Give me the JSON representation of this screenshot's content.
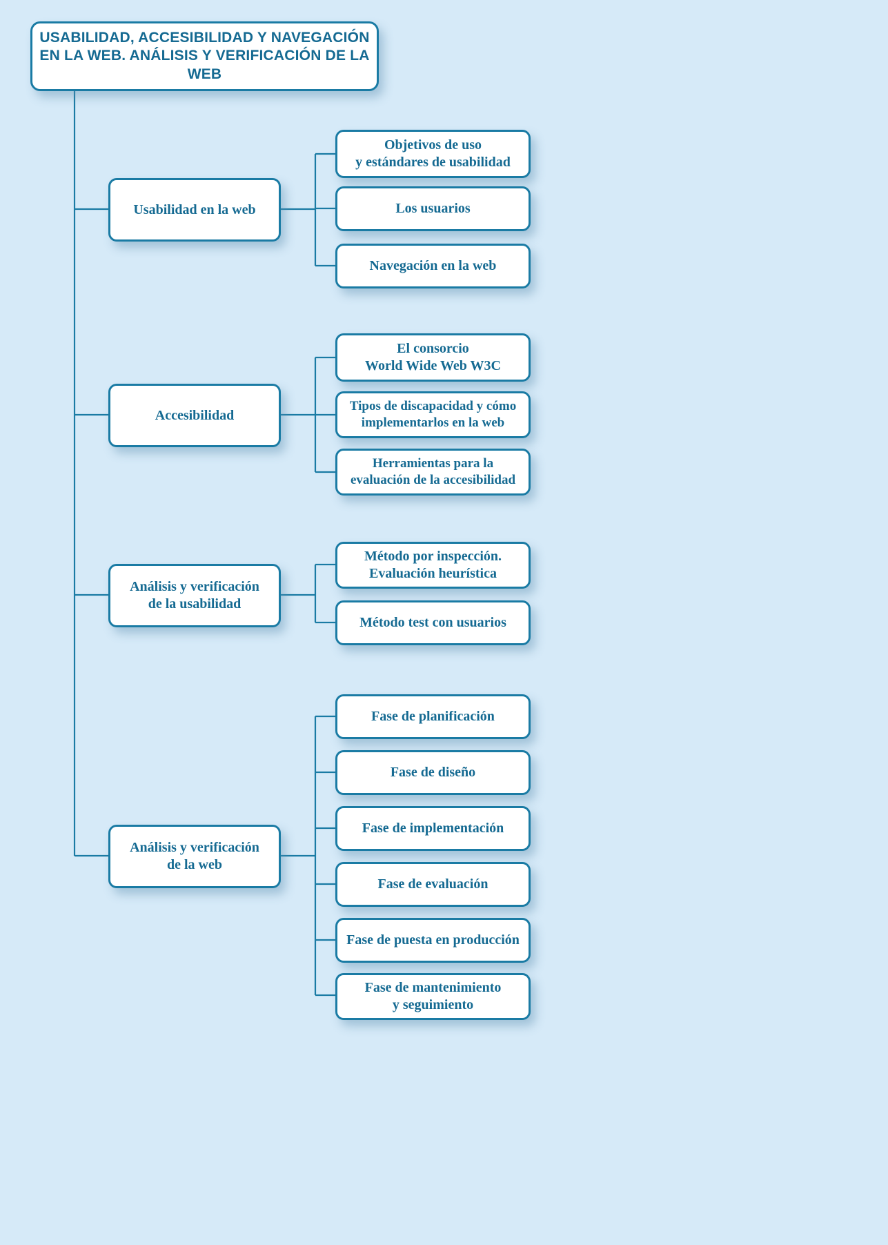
{
  "diagram": {
    "type": "tree",
    "title": "USABILIDAD, ACCESIBILIDAD Y NAVEGACIÓN EN LA WEB. ANÁLISIS Y VERIFICACIÓN DE LA WEB",
    "language": "es",
    "colors": {
      "background": "#d6eaf8",
      "node_fill": "#ffffff",
      "border": "#1a7ba4",
      "text": "#156a92",
      "connector": "#1a7ba4"
    },
    "root": {
      "line1": "USABILIDAD, ACCESIBILIDAD Y NAVEGACIÓN",
      "line2": "EN LA WEB. ANÁLISIS Y VERIFICACIÓN DE LA WEB"
    },
    "branches": [
      {
        "id": "usabilidad-en-la-web",
        "label": "Usabilidad en la web",
        "children": [
          {
            "id": "objetivos-de-uso",
            "line1": "Objetivos de uso",
            "line2": "y estándares de usabilidad"
          },
          {
            "id": "los-usuarios",
            "line1": "Los usuarios",
            "line2": ""
          },
          {
            "id": "navegacion-en-la-web",
            "line1": "Navegación en la web",
            "line2": ""
          }
        ]
      },
      {
        "id": "accesibilidad",
        "label": "Accesibilidad",
        "children": [
          {
            "id": "consorcio-w3c",
            "line1": "El consorcio",
            "line2": "World Wide Web W3C"
          },
          {
            "id": "tipos-de-discapacidad",
            "line1": "Tipos de discapacidad y cómo",
            "line2": "implementarlos en la web"
          },
          {
            "id": "herramientas-evaluacion",
            "line1": "Herramientas para la",
            "line2": "evaluación de la accesibilidad"
          }
        ]
      },
      {
        "id": "analisis-verificacion-usabilidad",
        "label_line1": "Análisis y verificación",
        "label_line2": "de la usabilidad",
        "children": [
          {
            "id": "metodo-por-inspeccion",
            "line1": "Método por inspección.",
            "line2": "Evaluación heurística"
          },
          {
            "id": "metodo-test-con-usuarios",
            "line1": "Método test con usuarios",
            "line2": ""
          }
        ]
      },
      {
        "id": "analisis-verificacion-web",
        "label_line1": "Análisis y verificación",
        "label_line2": "de la web",
        "children": [
          {
            "id": "fase-planificacion",
            "line1": "Fase de planificación",
            "line2": ""
          },
          {
            "id": "fase-diseno",
            "line1": "Fase de diseño",
            "line2": ""
          },
          {
            "id": "fase-implementacion",
            "line1": "Fase de implementación",
            "line2": ""
          },
          {
            "id": "fase-evaluacion",
            "line1": "Fase de evaluación",
            "line2": ""
          },
          {
            "id": "fase-puesta-en-produccion",
            "line1": "Fase de puesta en producción",
            "line2": ""
          },
          {
            "id": "fase-mantenimiento",
            "line1": "Fase de mantenimiento",
            "line2": "y seguimiento"
          }
        ]
      }
    ]
  }
}
